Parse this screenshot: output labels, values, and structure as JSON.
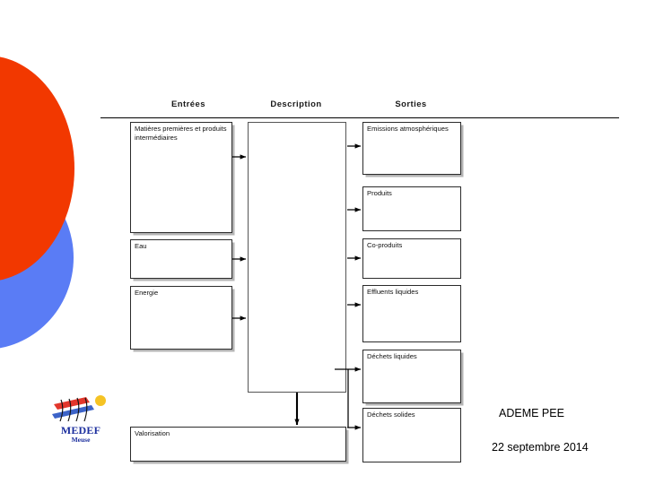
{
  "slide": {
    "columns": [
      {
        "key": "entrees",
        "label": "Entrées"
      },
      {
        "key": "description",
        "label": "Description"
      },
      {
        "key": "sorties",
        "label": "Sorties"
      }
    ],
    "inputs": [
      {
        "key": "matieres",
        "label": "Matières premières et produits intermédiaires"
      },
      {
        "key": "eau",
        "label": "Eau"
      },
      {
        "key": "energie",
        "label": "Energie"
      }
    ],
    "process": {
      "key": "description",
      "label": ""
    },
    "outputs": [
      {
        "key": "emissions",
        "label": "Emissions atmosphériques"
      },
      {
        "key": "produits",
        "label": "Produits"
      },
      {
        "key": "coproduits",
        "label": "Co-produits"
      },
      {
        "key": "effluents",
        "label": "Effluents liquides"
      },
      {
        "key": "dechets_liq",
        "label": "Déchets liquides"
      },
      {
        "key": "dechets_sol",
        "label": "Déchets solides"
      }
    ],
    "recovery": {
      "key": "valorisation",
      "label": "Valorisation"
    },
    "footer": {
      "organisation": "ADEME PEE",
      "date": "22 septembre 2014"
    },
    "logo": {
      "name": "MEDEF",
      "subtitle": "Meuse"
    },
    "colors": {
      "deco_red": "#f23800",
      "deco_blue": "#5a7cf5",
      "box_border": "#2b2b2b",
      "box_shadow": "#b4b4b4",
      "logo_text": "#1c2f9e",
      "logo_red": "#e2362b",
      "logo_blue": "#3c63c8",
      "logo_yellow": "#f5c324"
    }
  }
}
